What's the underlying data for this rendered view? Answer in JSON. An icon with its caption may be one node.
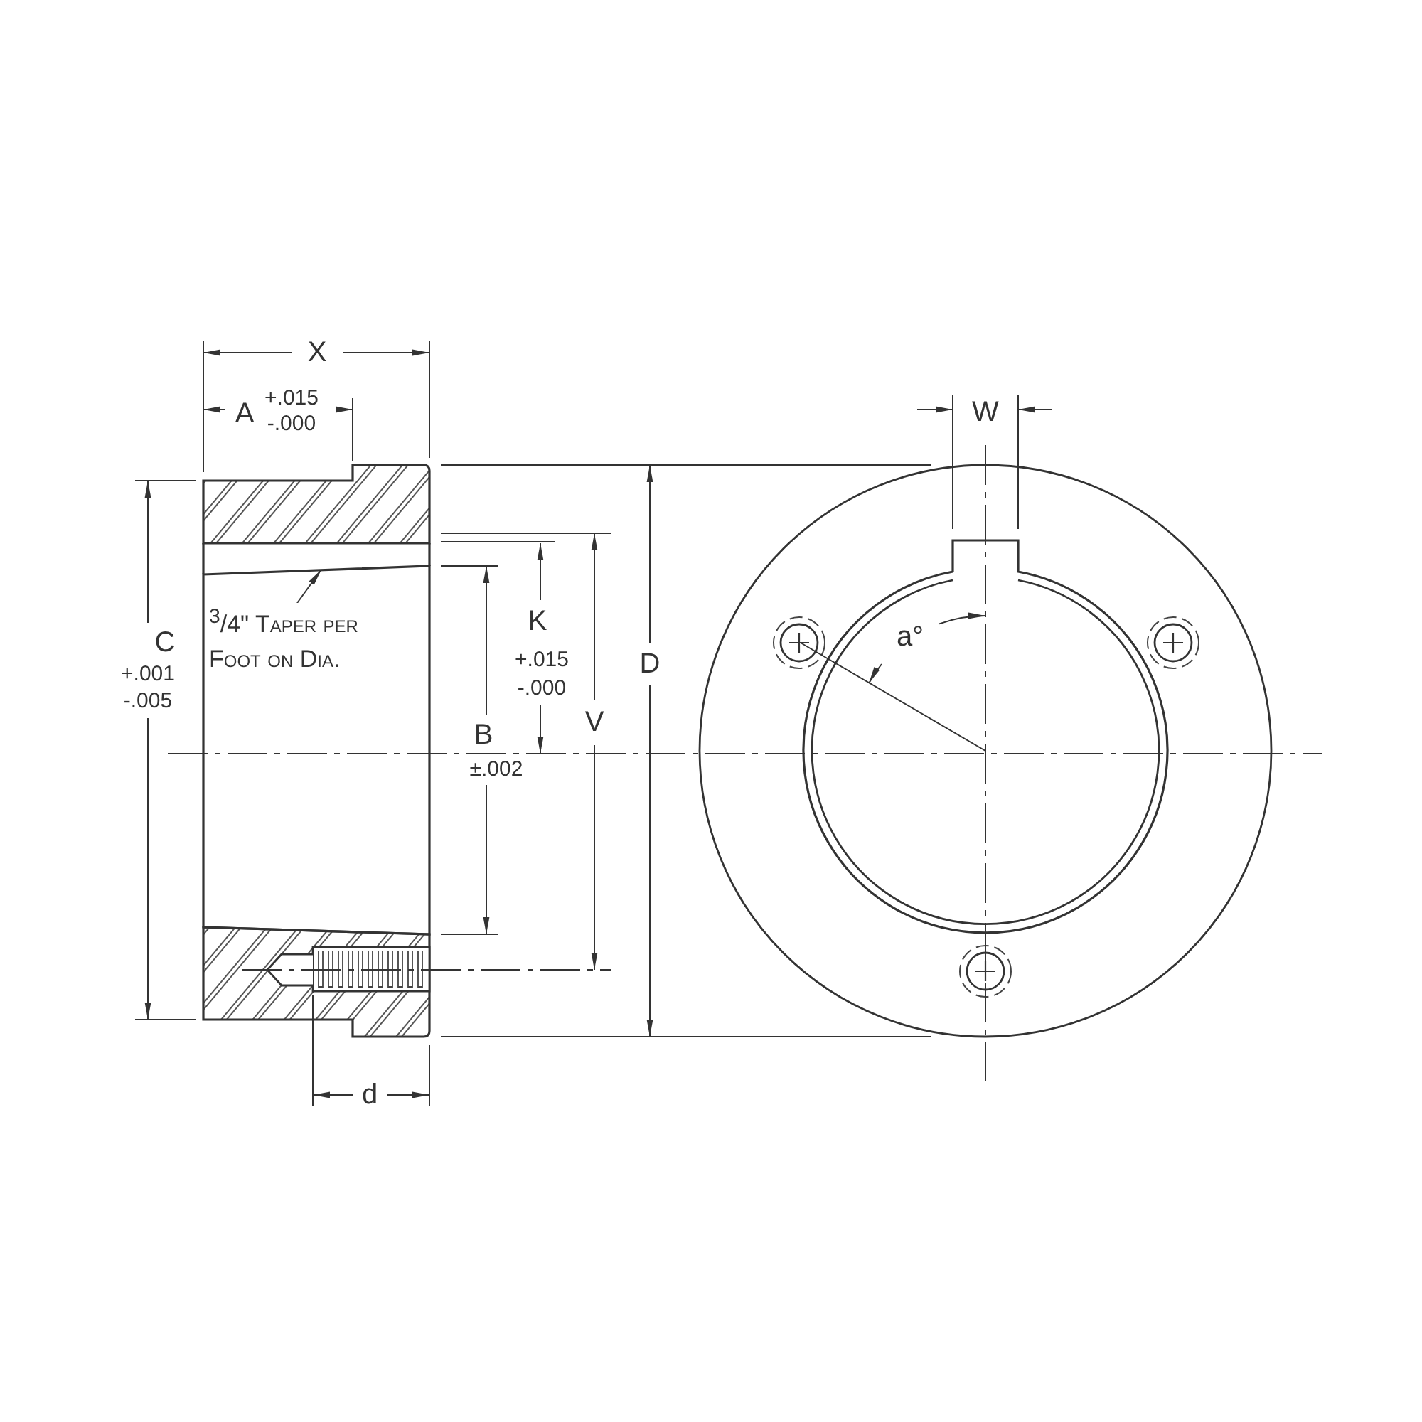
{
  "diagram": {
    "nodes": [
      {
        "text": [],
        "shape": "box"
      },
      {
        "text": [
          "$^{3}$/4\" Taper per Foot on Dia."
        ],
        "in": 0
      }
    ],
    "edges": [
      {
        "from": 1,
        "to": 0,
        "arrow": "to"
      }
    ],
    "labels": [
      "X",
      "A",
      "+.015",
      "-.000",
      "W",
      "C",
      "+.001",
      "-.005",
      "K",
      "+.015",
      "-.000",
      "D",
      "a°",
      "V",
      "B",
      "±.002",
      "d"
    ]
  }
}
